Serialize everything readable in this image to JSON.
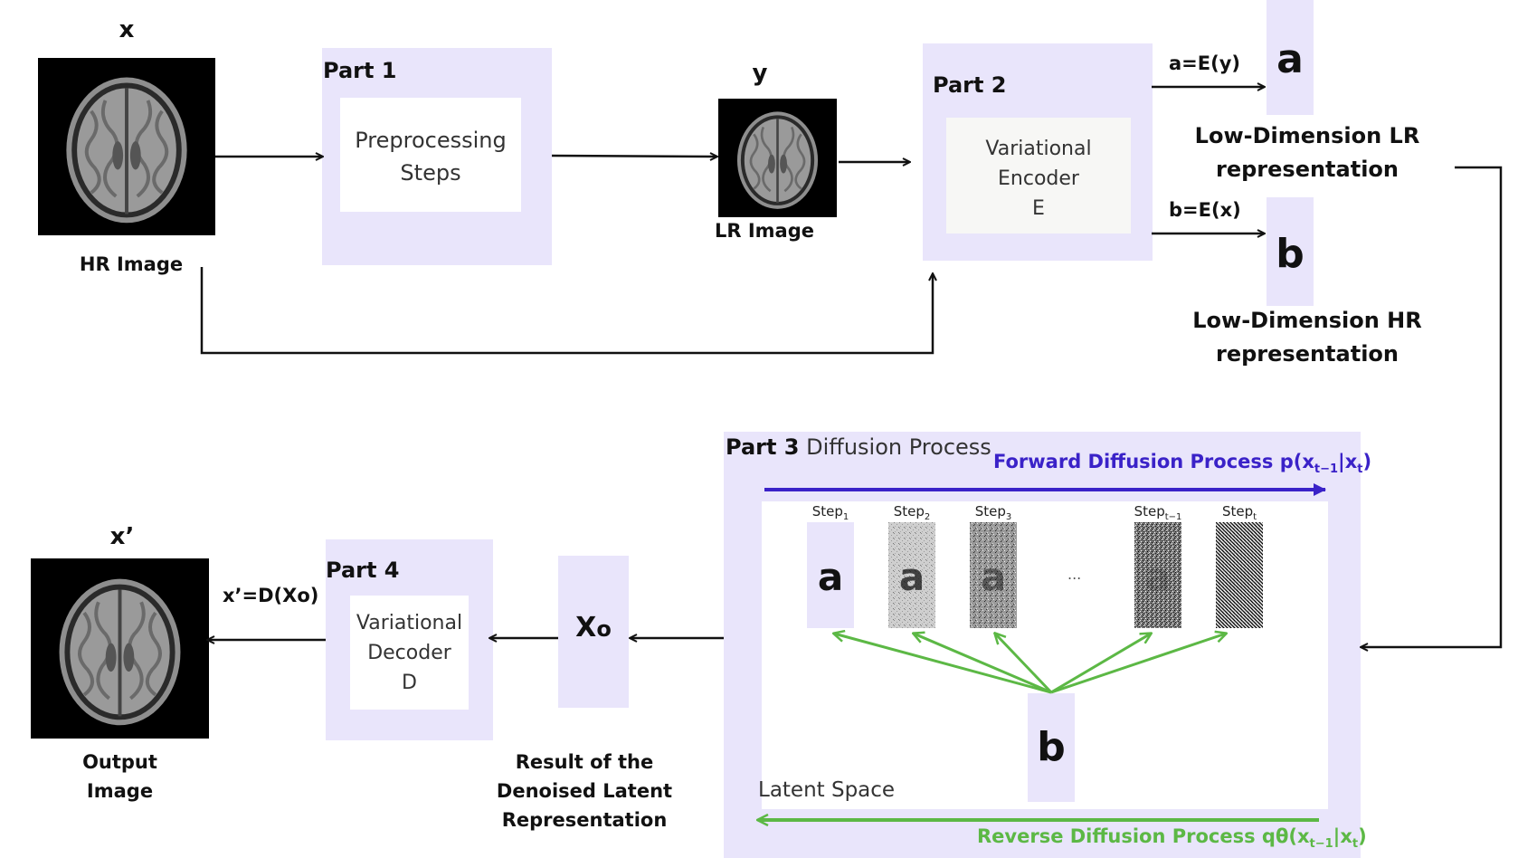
{
  "hr": {
    "symbol": "x",
    "label": "HR Image"
  },
  "part1": {
    "title": "Part 1",
    "box_line1": "Preprocessing",
    "box_line2": "Steps"
  },
  "lr": {
    "symbol": "y",
    "label": "LR Image"
  },
  "part2": {
    "title": "Part 2",
    "box_line1": "Variational",
    "box_line2": "Encoder",
    "box_line3": "E"
  },
  "encoding": {
    "a_eq": "a=E(y)",
    "a_symbol": "a",
    "a_label_line1": "Low-Dimension LR",
    "a_label_line2": "representation",
    "b_eq": "b=E(x)",
    "b_symbol": "b",
    "b_label_line1": "Low-Dimension HR",
    "b_label_line2": "representation"
  },
  "part3": {
    "title": "Part 3",
    "subtitle": "Diffusion Process",
    "forward_label": "Forward Diffusion Process p(x",
    "forward_sub1": "t−1",
    "forward_mid": "|x",
    "forward_sub2": "t",
    "forward_end": ")",
    "reverse_label": "Reverse Diffusion Process qθ(x",
    "reverse_sub1": "t−1",
    "reverse_mid": "|x",
    "reverse_sub2": "t",
    "reverse_end": ")",
    "latent_space": "Latent Space",
    "ellipsis": "...",
    "b_symbol": "b",
    "steps": [
      {
        "base": "Step",
        "sub": "1",
        "glyph": "a",
        "noise": 0
      },
      {
        "base": "Step",
        "sub": "2",
        "glyph": "a",
        "noise": 0.25
      },
      {
        "base": "Step",
        "sub": "3",
        "glyph": "a",
        "noise": 0.5
      },
      {
        "base": "Step",
        "sub": "t−1",
        "glyph": "a",
        "noise": 0.8
      },
      {
        "base": "Step",
        "sub": "t",
        "glyph": "a",
        "noise": 0.95
      }
    ]
  },
  "x0": {
    "symbol": "X",
    "sub": "o",
    "label_line1": "Result of the",
    "label_line2": "Denoised Latent",
    "label_line3": "Representation"
  },
  "part4": {
    "title": "Part 4",
    "box_line1": "Variational",
    "box_line2": "Decoder",
    "box_line3": "D"
  },
  "output": {
    "symbol": "x’",
    "eq": "x’=D(Xo)",
    "label_line1": "Output",
    "label_line2": "Image"
  },
  "colors": {
    "lavender": "#e9e5fb",
    "forward": "#3a22c8",
    "reverse": "#5cb845"
  }
}
